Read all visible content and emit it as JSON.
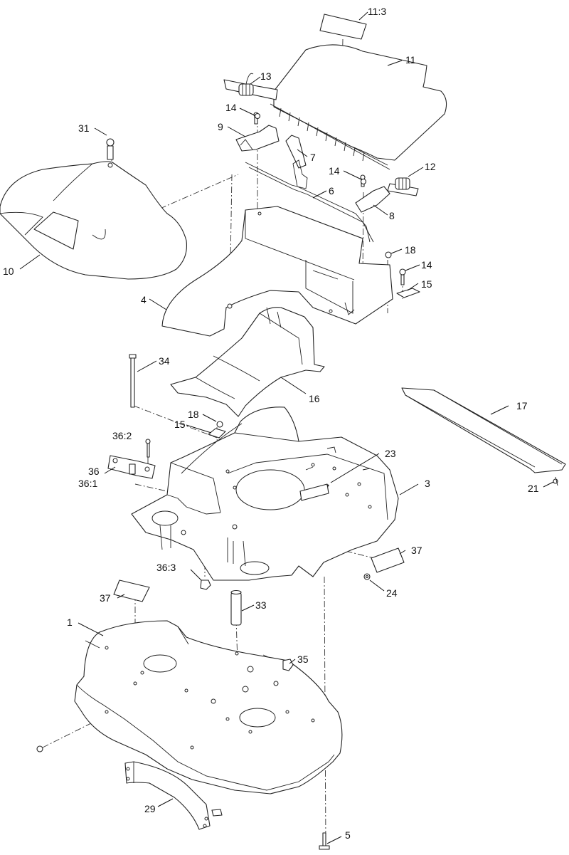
{
  "diagram": {
    "callouts": [
      {
        "id": "c-11-3",
        "label": "11:3"
      },
      {
        "id": "c-11",
        "label": "11"
      },
      {
        "id": "c-13",
        "label": "13"
      },
      {
        "id": "c-14a",
        "label": "14"
      },
      {
        "id": "c-9",
        "label": "9"
      },
      {
        "id": "c-7",
        "label": "7"
      },
      {
        "id": "c-14b",
        "label": "14"
      },
      {
        "id": "c-12",
        "label": "12"
      },
      {
        "id": "c-6",
        "label": "6"
      },
      {
        "id": "c-8",
        "label": "8"
      },
      {
        "id": "c-31",
        "label": "31"
      },
      {
        "id": "c-10",
        "label": "10"
      },
      {
        "id": "c-18a",
        "label": "18"
      },
      {
        "id": "c-14c",
        "label": "14"
      },
      {
        "id": "c-15a",
        "label": "15"
      },
      {
        "id": "c-4",
        "label": "4"
      },
      {
        "id": "c-34",
        "label": "34"
      },
      {
        "id": "c-16",
        "label": "16"
      },
      {
        "id": "c-17",
        "label": "17"
      },
      {
        "id": "c-18b",
        "label": "18"
      },
      {
        "id": "c-15b",
        "label": "15"
      },
      {
        "id": "c-36-2",
        "label": "36:2"
      },
      {
        "id": "c-23",
        "label": "23"
      },
      {
        "id": "c-36",
        "label": "36"
      },
      {
        "id": "c-36-1",
        "label": "36:1"
      },
      {
        "id": "c-3",
        "label": "3"
      },
      {
        "id": "c-21",
        "label": "21"
      },
      {
        "id": "c-37a",
        "label": "37"
      },
      {
        "id": "c-36-3",
        "label": "36:3"
      },
      {
        "id": "c-24",
        "label": "24"
      },
      {
        "id": "c-37b",
        "label": "37"
      },
      {
        "id": "c-33",
        "label": "33"
      },
      {
        "id": "c-1",
        "label": "1"
      },
      {
        "id": "c-35",
        "label": "35"
      },
      {
        "id": "c-29",
        "label": "29"
      },
      {
        "id": "c-5",
        "label": "5"
      }
    ]
  }
}
